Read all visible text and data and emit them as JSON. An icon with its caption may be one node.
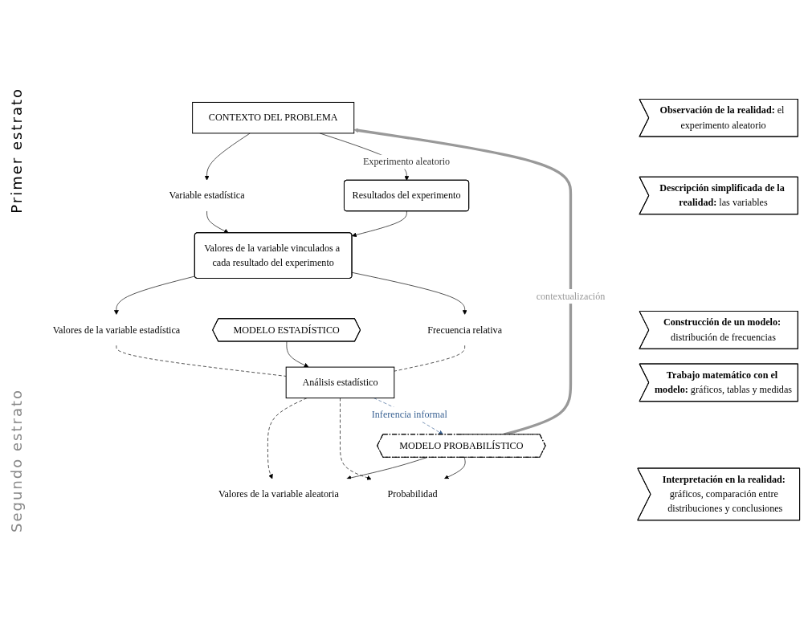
{
  "diagram": {
    "nodes": [
      {
        "text": [
          "CONTEXTO DEL PROBLEMA"
        ]
      },
      {
        "text": [
          "Resultados del experimento"
        ]
      },
      {
        "text": [
          "Variable estadística"
        ]
      },
      {
        "text": [
          "Valores de la variable vinculados a cada resultado del experimento"
        ]
      },
      {
        "text": [
          "Valores de la variable estadística"
        ]
      },
      {
        "text": [
          "MODELO ESTADÍSTICO"
        ]
      },
      {
        "text": [
          "Frecuencia relativa"
        ]
      },
      {
        "text": [
          "Análisis estadístico"
        ]
      },
      {
        "text": [
          "Valores de la variable aleatoria"
        ]
      },
      {
        "text": [
          "Probabilidad"
        ]
      },
      {
        "text": [
          "MODELO PROBABILÍSTICO"
        ]
      },
      {
        "text": [
          "**Observación de la realidad:** el experimento aleatorio"
        ]
      },
      {
        "text": [
          "**Descripción simplificada de la realidad:** las variables"
        ]
      },
      {
        "text": [
          "**Construcción de un modelo:** distribución de frecuencias"
        ]
      },
      {
        "text": [
          "**Trabajo matemático con el modelo:** gráficos, tablas y medidas"
        ]
      },
      {
        "text": [
          "**Interpretación en la realidad:** gráficos, comparación entre distribuciones y conclusiones"
        ]
      }
    ],
    "edges": [
      {
        "from": 0,
        "to": 2,
        "arrow": "to"
      },
      {
        "from": 0,
        "to": 1,
        "arrow": "to",
        "label": "Experimento aleatorio"
      },
      {
        "from": 2,
        "to": 3,
        "arrow": "to"
      },
      {
        "from": 1,
        "to": 3,
        "arrow": "to"
      },
      {
        "from": 3,
        "to": 4,
        "arrow": "to"
      },
      {
        "from": 3,
        "to": 6,
        "arrow": "to"
      },
      {
        "from": 4,
        "to": 7,
        "arrow": "none",
        "style": "dashed"
      },
      {
        "from": 6,
        "to": 7,
        "arrow": "none",
        "style": "dashed"
      },
      {
        "from": 5,
        "to": 7,
        "arrow": "to"
      },
      {
        "from": 7,
        "to": 8,
        "arrow": "to",
        "style": "dashed"
      },
      {
        "from": 7,
        "to": 9,
        "arrow": "to",
        "style": "dashed"
      },
      {
        "from": 7,
        "to": 10,
        "arrow": "to",
        "style": "dashed",
        "color": "#3b6394",
        "label": "Inferencia informal"
      },
      {
        "from": 10,
        "to": 8,
        "arrow": "to"
      },
      {
        "from": 10,
        "to": 9,
        "arrow": "to"
      },
      {
        "from": 10,
        "to": 0,
        "arrow": "to",
        "style": "thick",
        "color": "#999999",
        "label": "contextualización"
      }
    ],
    "labels": [
      "Primer estrato",
      "Segundo estrato"
    ]
  }
}
